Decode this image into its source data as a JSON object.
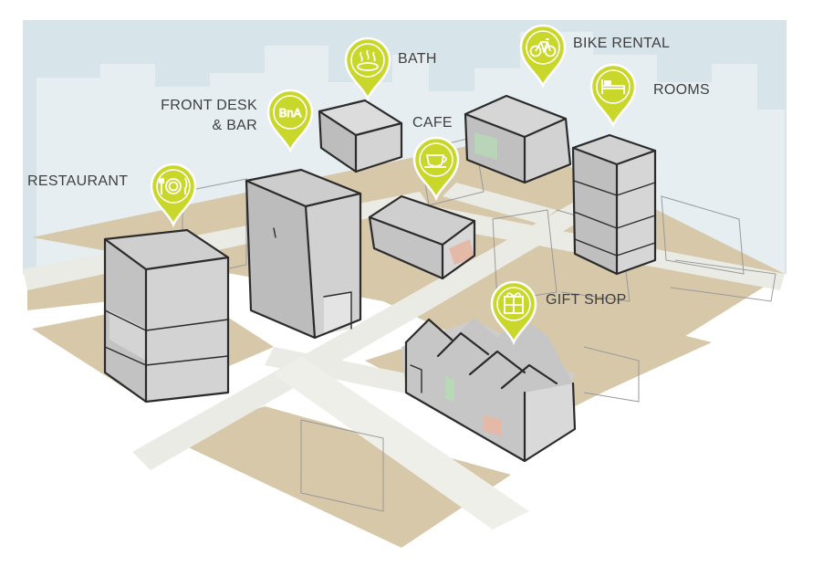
{
  "labels": {
    "bath": "BATH",
    "bike_rental": "BIKE RENTAL",
    "rooms": "ROOMS",
    "front_desk_line1": "FRONT DESK",
    "front_desk_line2": "& BAR",
    "cafe": "CAFE",
    "restaurant": "RESTAURANT",
    "gift_shop": "GIFT SHOP"
  },
  "pin_icons": {
    "bath": "hot-spring-icon",
    "bike_rental": "bicycle-icon",
    "rooms": "bed-icon",
    "front_desk": "bna-logo-icon",
    "cafe": "coffee-cup-icon",
    "restaurant": "plate-cutlery-icon",
    "gift_shop": "gift-box-icon"
  },
  "colors": {
    "pin": "#c9d62a",
    "sky": "#d7e4ea",
    "ground": "#d6c8a9",
    "road": "#ebebe6",
    "building": "#d3d3d3",
    "label_text": "#3f3f3f"
  }
}
